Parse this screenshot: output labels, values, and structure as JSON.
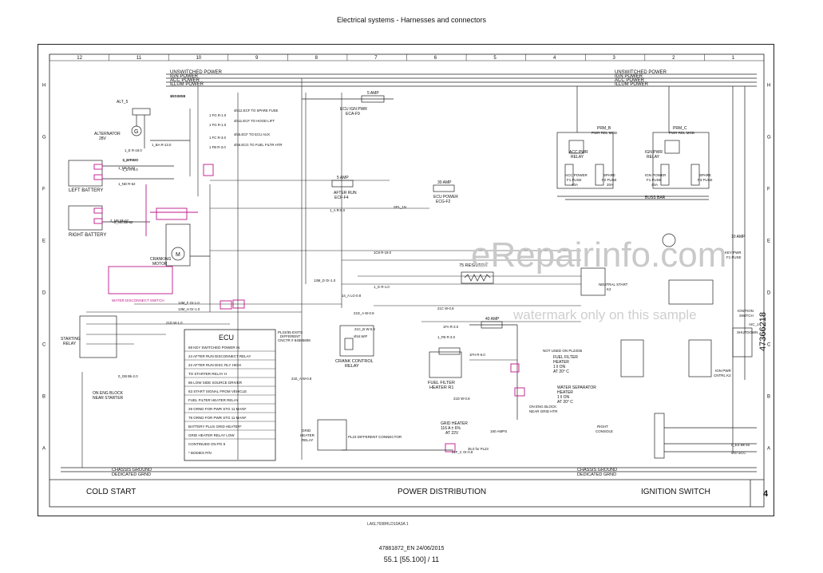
{
  "page": {
    "title": "Electrical systems - Harnesses and connectors",
    "doc_number": "47881872_EN 24/06/2015",
    "page_number": "55.1 [55.100] / 11",
    "side_code": "47366218",
    "small_code": "LA6L7698HLD10A3A    1"
  },
  "watermark": {
    "main": "eRepairinfo.com",
    "sub": "watermark only on this sample"
  },
  "grid": {
    "columns": [
      "12",
      "11",
      "10",
      "9",
      "8",
      "7",
      "6",
      "5",
      "4",
      "3",
      "2",
      "1"
    ],
    "rows": [
      "H",
      "G",
      "F",
      "E",
      "D",
      "C",
      "B",
      "A"
    ]
  },
  "footer": {
    "left": "COLD START",
    "center": "POWER DISTRIBUTION",
    "right": "IGNITION SWITCH",
    "sheet": "4"
  },
  "buses": {
    "left": [
      "UNSWITCHED POWER",
      "IGN POWER",
      "ACC POWER",
      "ILLUM POWER"
    ],
    "right": [
      "UNSWITCHED POWER",
      "IGN POWER",
      "ACC POWER",
      "ILLUM POWER"
    ],
    "ground_left": [
      "CHASSIS GROUND",
      "DEDICATED GRND"
    ],
    "ground_right": [
      "CHASSIS GROUND",
      "DEDICATED GRND"
    ]
  },
  "components": {
    "alternator": [
      "ALT_5",
      "ALTERNATOR",
      "28V"
    ],
    "left_battery": "LEFT BATTERY",
    "right_battery": "RIGHT BATTERY",
    "cranking_motor": [
      "CRANKING",
      "MOTOR"
    ],
    "water_disconnect": "WATER DISCONNECT SWITCH",
    "starting_relay": [
      "STARTING",
      "RELAY"
    ],
    "on_eng_block": [
      "ON ENG BLOCK",
      "NEAR STARTER"
    ],
    "ecu_title": "ECU",
    "ecu_note": [
      "PL23/35 EXITS",
      "DIFFERENT",
      "CNCTR # 84585808"
    ],
    "ecu_pins": [
      "69 KEY SWITCHED POWER IN",
      "24 AFTER RUN DISCONNECT RELAY",
      "22 AFTER RUN DISC RLY HIGH",
      "TO STARTER RELAY H",
      "86 LOW SIDE SOURCE DRIVER",
      "63 START SIGNAL FROM VEHICLE",
      "FUEL FILTER HEATER RELAY",
      "29 GRND FOR PWR STG 11 MAIN*",
      "79 GRND FOR PWR STG 11 MAIN*",
      "BATTERY PLUS GRID HEATER*",
      "GRID HEATER RELAY LOW",
      "CONTINUED ON PG 5",
      "* BODIES P/N"
    ],
    "ecu_ign_pwr": [
      "ECU IGN PWR",
      "ECA-F9"
    ],
    "after_run": [
      "AFTER RUN",
      "ECF-F4"
    ],
    "ecu_power": [
      "ECU POWER",
      "ECG-F2"
    ],
    "resistor": "75 RESISTOR",
    "crank_control": [
      "CRANK CONTROL",
      "RELAY"
    ],
    "fuel_filter_heater_r1": [
      "FUEL FILTER",
      "HEATER R1"
    ],
    "fuel_filter_heater": [
      "FUEL FILTER",
      "HEATER",
      "1 ‖ ON",
      "AT 20° C"
    ],
    "water_separator": [
      "WATER SEPARATOR",
      "HEATER",
      "1 ‖ ON",
      "AT 20° C"
    ],
    "not_used": "NOT USED ON PL23/35",
    "on_eng_block_grid": [
      "ON ENG BLOCK",
      "NEAR GRID HTR"
    ],
    "grid_heater": [
      "GRID HEATER",
      "116 A ± 6%",
      "AT 22V"
    ],
    "grid_heater_relay": [
      "GRID",
      "HEATER",
      "RELAY"
    ],
    "pl23_diff": "PL23 DIFFERENT CONNECTOR",
    "acc_pwr_relay": [
      "ACC PWR",
      "RELAY"
    ],
    "ign_pwr_relay": [
      "IGN PWR",
      "RELAY"
    ],
    "prm_b": [
      "PRM_B",
      "PWR REL MOD"
    ],
    "prm_c": [
      "PRM_C",
      "PWR REL MOD"
    ],
    "acc_fuse": [
      "ACC POWER",
      "F1 FUSE",
      "40A"
    ],
    "spare_f2": [
      "SPARE",
      "F2 FUSE",
      "20A"
    ],
    "ign_fuse": [
      "IGN POWER",
      "F1 FUSE",
      "40A"
    ],
    "spare_f3": [
      "SPARE",
      "F3 FUSE"
    ],
    "bus_bar": "BUSS BAR",
    "neutral_start": [
      "NEUTRAL START",
      "K2"
    ],
    "ignition_switch": [
      "IGNITION",
      "SWITCH"
    ],
    "key_pwr": [
      "KEY PWR",
      "F1 FUSE"
    ],
    "ign_pwr_cntrl": [
      "IGN PWR",
      "CNTRL K2"
    ],
    "shutdown": [
      "AIC_1",
      "SHUTDOWN"
    ],
    "right_console": [
      "RIGHT",
      "CONSOLE"
    ],
    "fuses": [
      "5 AMP",
      "5 AMP",
      "30 AMP",
      "40 AMP",
      "10 AMP",
      "150 AMPS"
    ]
  },
  "wire_labels": [
    "14 LG-1.0",
    "1 FG R-1.0",
    "1 FG R-1.0",
    "1 FC R-3.0",
    "1 FB R-3.0",
    "sht12.ECF TO SPARE FUSE",
    "sht11.ECF TO HOOD LIFT",
    "sht5.ECF TO ECU AUX",
    "sht6.ECG TO FUEL FILTR HTR",
    "1_BA R-13.0",
    "1_E R-19.0",
    "1_B R-8.0",
    "1_NB R-62",
    "1_ND R-62",
    "2_NB Bk-62",
    "1_L R-8.0",
    "1_D R-8.0",
    "SPL_1N",
    "1_A R-8.0",
    "1C8 R-19.0",
    "13M_D Or-1.0",
    "1_G R-1.0",
    "14_A LG-0.8",
    "13M_F Or-1.0",
    "13M_H Or-1.0",
    "21D W-1.0",
    "21D_A W-0.8",
    "21C_B W-0.8",
    "21C W-0.8",
    "1FA R-3.0",
    "1_FB R-3.0",
    "1FH R-6.0",
    "2_NC Bk-62",
    "0_GB Bk-2.0",
    "sht4.WIF",
    "21E_A W-0.8",
    "21D W-0.8",
    "21F_C Or-0.8",
    "35.0 for PL23",
    "0_ES Bk-19",
    "sht7.ECC",
    "sht7.MON"
  ]
}
